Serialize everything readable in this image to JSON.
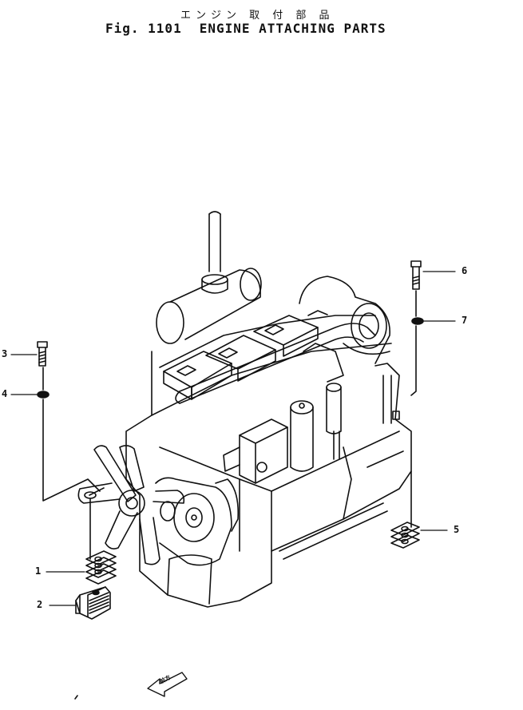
{
  "title": {
    "japanese": "エンジン 取 付 部 品",
    "figure": "Fig. 1101",
    "english": "ENGINE ATTACHING PARTS"
  },
  "callouts": [
    {
      "number": "1",
      "part": "shim-stack-front"
    },
    {
      "number": "2",
      "part": "mount-block"
    },
    {
      "number": "3",
      "part": "bolt-front"
    },
    {
      "number": "4",
      "part": "washer-front"
    },
    {
      "number": "5",
      "part": "shim-stack-rear"
    },
    {
      "number": "6",
      "part": "bolt-rear"
    },
    {
      "number": "7",
      "part": "washer-rear"
    }
  ],
  "direction_marker": {
    "label": "前方"
  }
}
